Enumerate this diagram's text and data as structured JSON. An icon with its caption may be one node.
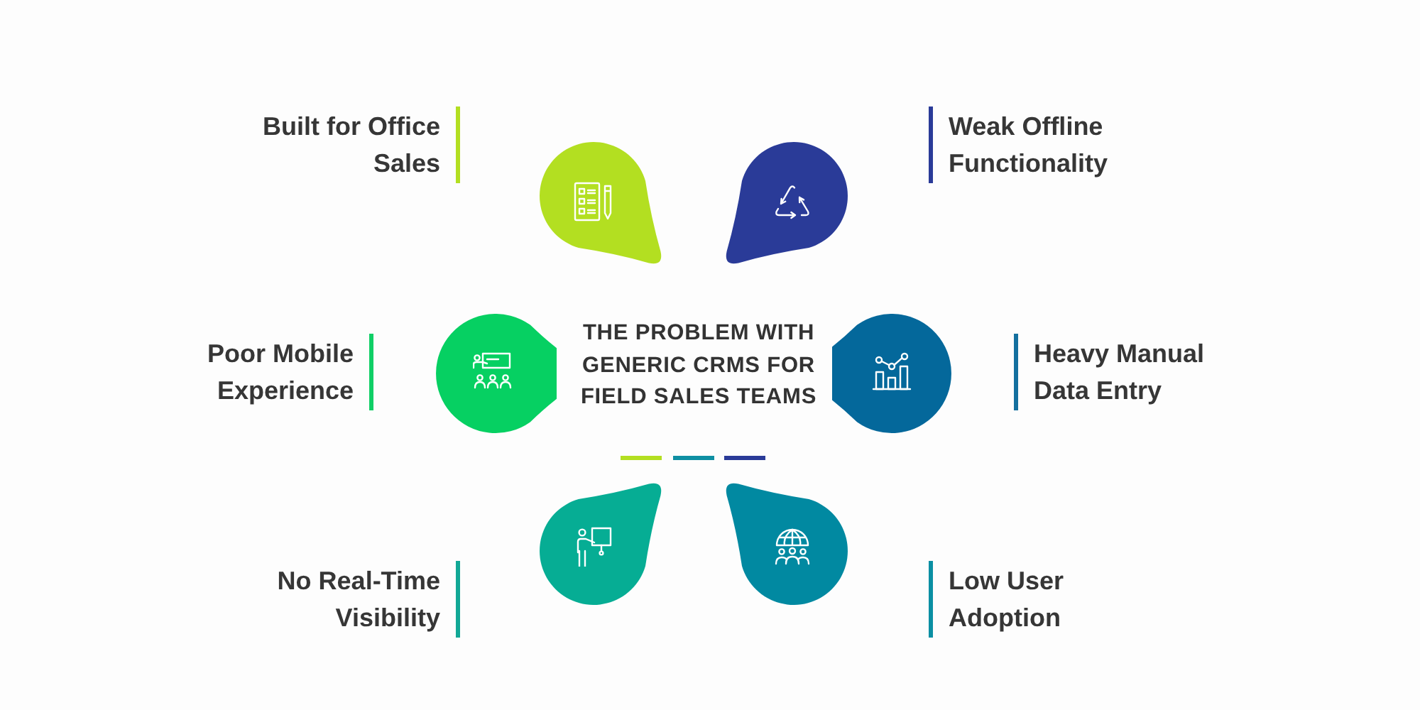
{
  "diagram": {
    "title": "THE PROBLEM WITH GENERIC CRMS FOR FIELD SALES TEAMS",
    "nodes": [
      {
        "text": [],
        "shape": "drop"
      },
      {
        "text": [],
        "shape": "drop"
      },
      {
        "text": [],
        "shape": "drop"
      },
      {
        "text": [],
        "shape": "drop"
      },
      {
        "text": [],
        "shape": "drop"
      },
      {
        "text": [],
        "shape": "drop"
      }
    ],
    "labels": [
      "Built for Office Sales",
      "Weak Offline Functionality",
      "Poor Mobile Experience",
      "Heavy Manual Data Entry",
      "No Real-Time Visibility",
      "Low User Adoption"
    ]
  }
}
